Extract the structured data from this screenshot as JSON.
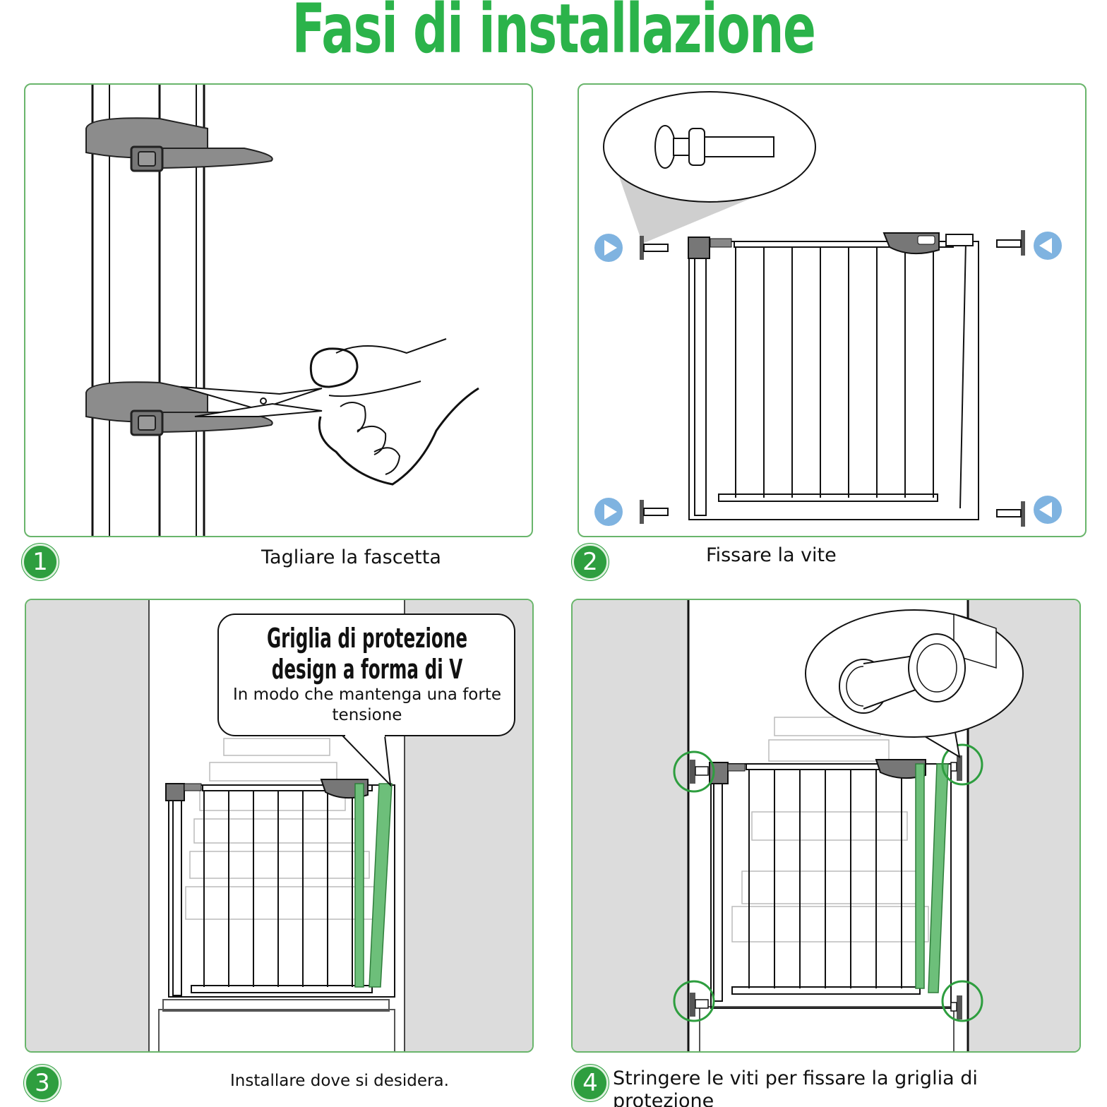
{
  "title": "Fasi di installazione",
  "steps": [
    {
      "number": "1",
      "caption": "Tagliare la fascetta"
    },
    {
      "number": "2",
      "caption": "Fissare la vite"
    },
    {
      "number": "3",
      "caption": "Installare dove si desidera."
    },
    {
      "number": "4",
      "caption": "Stringere le viti per fissare la griglia di protezione"
    }
  ],
  "callout": {
    "title": "Griglia di protezione design a forma di V",
    "subtitle": "In modo che mantenga una forte tensione"
  },
  "colors": {
    "title_green": "#2bb34a",
    "panel_border": "#69b56b",
    "step_circle": "#2e9e3f",
    "arrow_blue": "#7fb3e0",
    "strip_green": "#6dbf7a",
    "wall_grey": "#dcdcdc"
  },
  "icons": [
    "right-arrow-icon",
    "left-arrow-icon",
    "highlight-circle-icon"
  ]
}
